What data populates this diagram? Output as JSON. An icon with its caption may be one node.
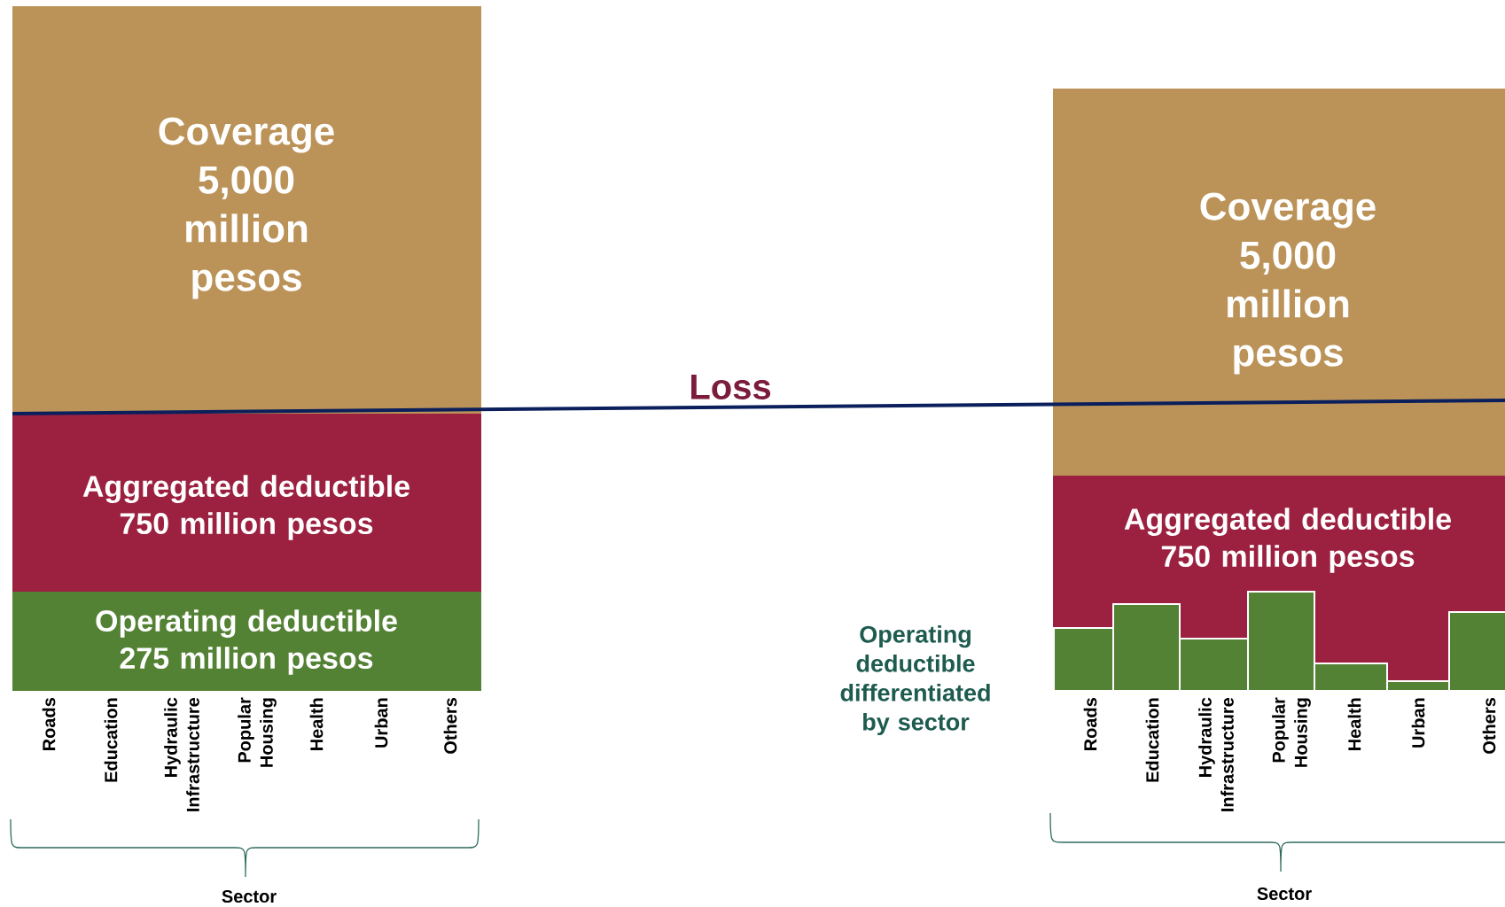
{
  "diagram": {
    "nodes": [
      {
        "text": [
          "Coverage 5,000 million pesos"
        ]
      },
      {
        "text": [
          "Aggregated deductible 750 million pesos"
        ]
      },
      {
        "text": [
          "Operating deductible 275 million pesos"
        ]
      },
      {
        "text": [
          "Coverage 5,000 million pesos"
        ]
      },
      {
        "text": [
          "Aggregated deductible 750 million pesos"
        ]
      },
      {
        "text": [],
        "shape": "bar",
        "in": 4
      },
      {
        "text": [],
        "shape": "bar",
        "in": 4
      },
      {
        "text": [],
        "shape": "bar",
        "in": 4
      },
      {
        "text": [],
        "shape": "bar",
        "in": 4
      },
      {
        "text": [],
        "shape": "bar",
        "in": 4
      },
      {
        "text": [],
        "shape": "bar",
        "in": 4
      },
      {
        "text": [],
        "shape": "bar",
        "in": 4
      }
    ],
    "labels": [
      "Roads",
      "Education",
      "Hydraulic Infrastructure",
      "Popular Housing",
      "Health",
      "Urban",
      "Others",
      "Sector",
      "Loss",
      "Operating deductible differentiated by sector",
      "Roads",
      "Education",
      "Hydraulic Infrastructure",
      "Popular Housing",
      "Health",
      "Urban",
      "Others",
      "Sector"
    ]
  }
}
